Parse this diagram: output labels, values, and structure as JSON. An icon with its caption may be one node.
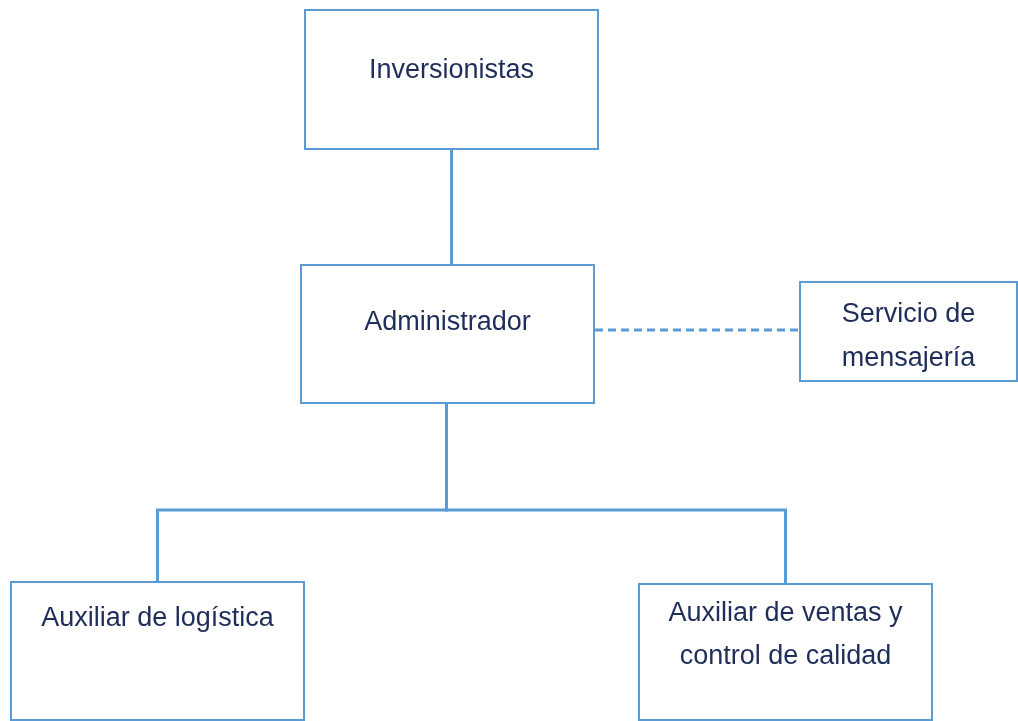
{
  "diagram": {
    "nodes": [
      {
        "text": [
          "Inversionistas"
        ]
      },
      {
        "text": [
          "Administrador"
        ]
      },
      {
        "text": [
          "Servicio de mensajería"
        ]
      },
      {
        "text": [
          "Auxiliar de logística"
        ]
      },
      {
        "text": [
          "Auxiliar de ventas y control de calidad"
        ]
      }
    ],
    "edges": [
      {
        "from": 0,
        "to": 1,
        "arrow": "none"
      },
      {
        "from": 1,
        "to": 2,
        "arrow": "none",
        "style": "dashed"
      },
      {
        "from": 1,
        "to": 3,
        "arrow": "none"
      },
      {
        "from": 1,
        "to": 4,
        "arrow": "none"
      }
    ]
  }
}
